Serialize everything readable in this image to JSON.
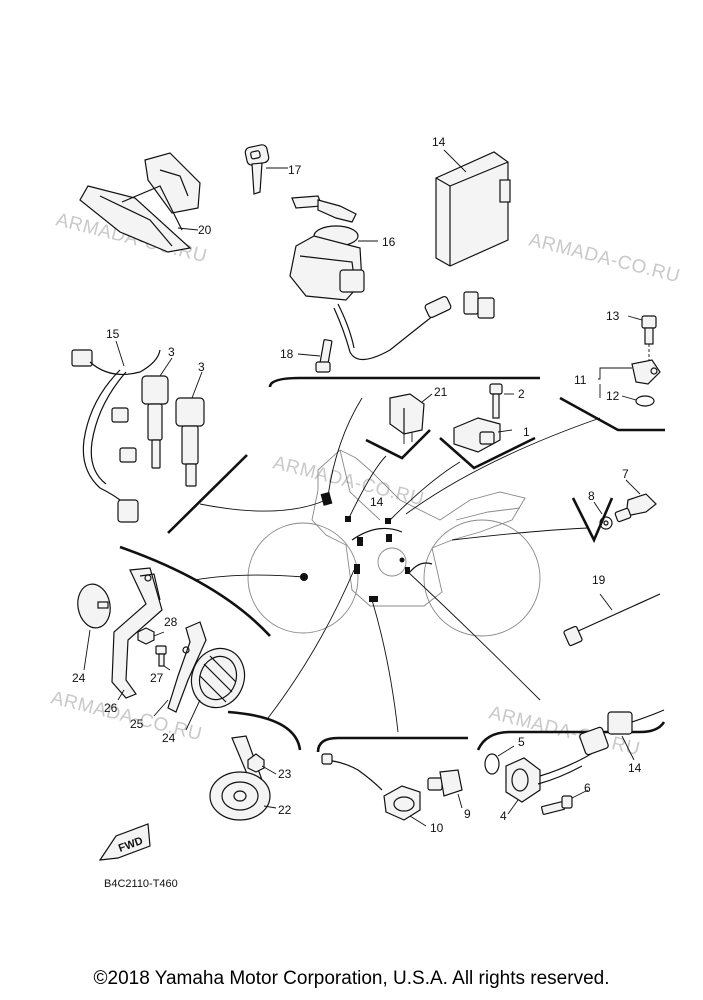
{
  "watermark": "ARMADA-CO.RU",
  "diagram_code": "B4C2110-T460",
  "fwd_label": "FWD",
  "copyright": "©2018 Yamaha Motor Corporation, U.S.A. All rights reserved.",
  "callouts": {
    "c1": "1",
    "c2": "2",
    "c3a": "3",
    "c3b": "3",
    "c4": "4",
    "c5": "5",
    "c6": "6",
    "c7": "7",
    "c8": "8",
    "c9": "9",
    "c10": "10",
    "c11": "11",
    "c12": "12",
    "c13": "13",
    "c14a": "14",
    "c14b": "14",
    "c14c": "14",
    "c15": "15",
    "c16": "16",
    "c17": "17",
    "c18": "18",
    "c19": "19",
    "c20": "20",
    "c21": "21",
    "c22": "22",
    "c23": "23",
    "c24a": "24",
    "c24b": "24",
    "c25": "25",
    "c26": "26",
    "c27": "27",
    "c28": "28"
  }
}
